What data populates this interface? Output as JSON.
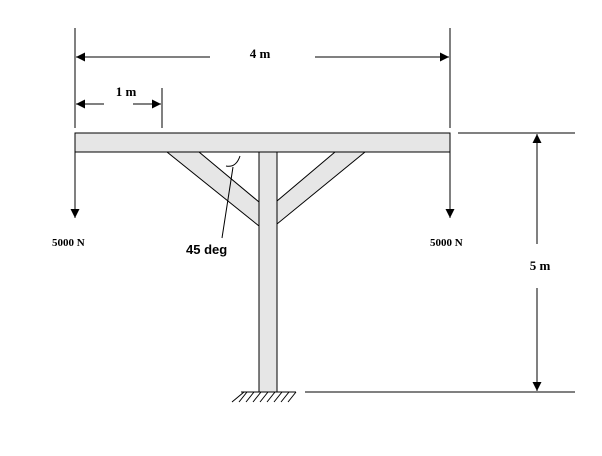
{
  "labels": {
    "span_total": "4 m",
    "span_short": "1 m",
    "height": "5 m",
    "load_left": "5000 N",
    "load_right": "5000 N",
    "angle": "45 deg"
  },
  "colors": {
    "member_fill": "#e6e6e6",
    "stroke": "#000000",
    "background": "#ffffff"
  }
}
